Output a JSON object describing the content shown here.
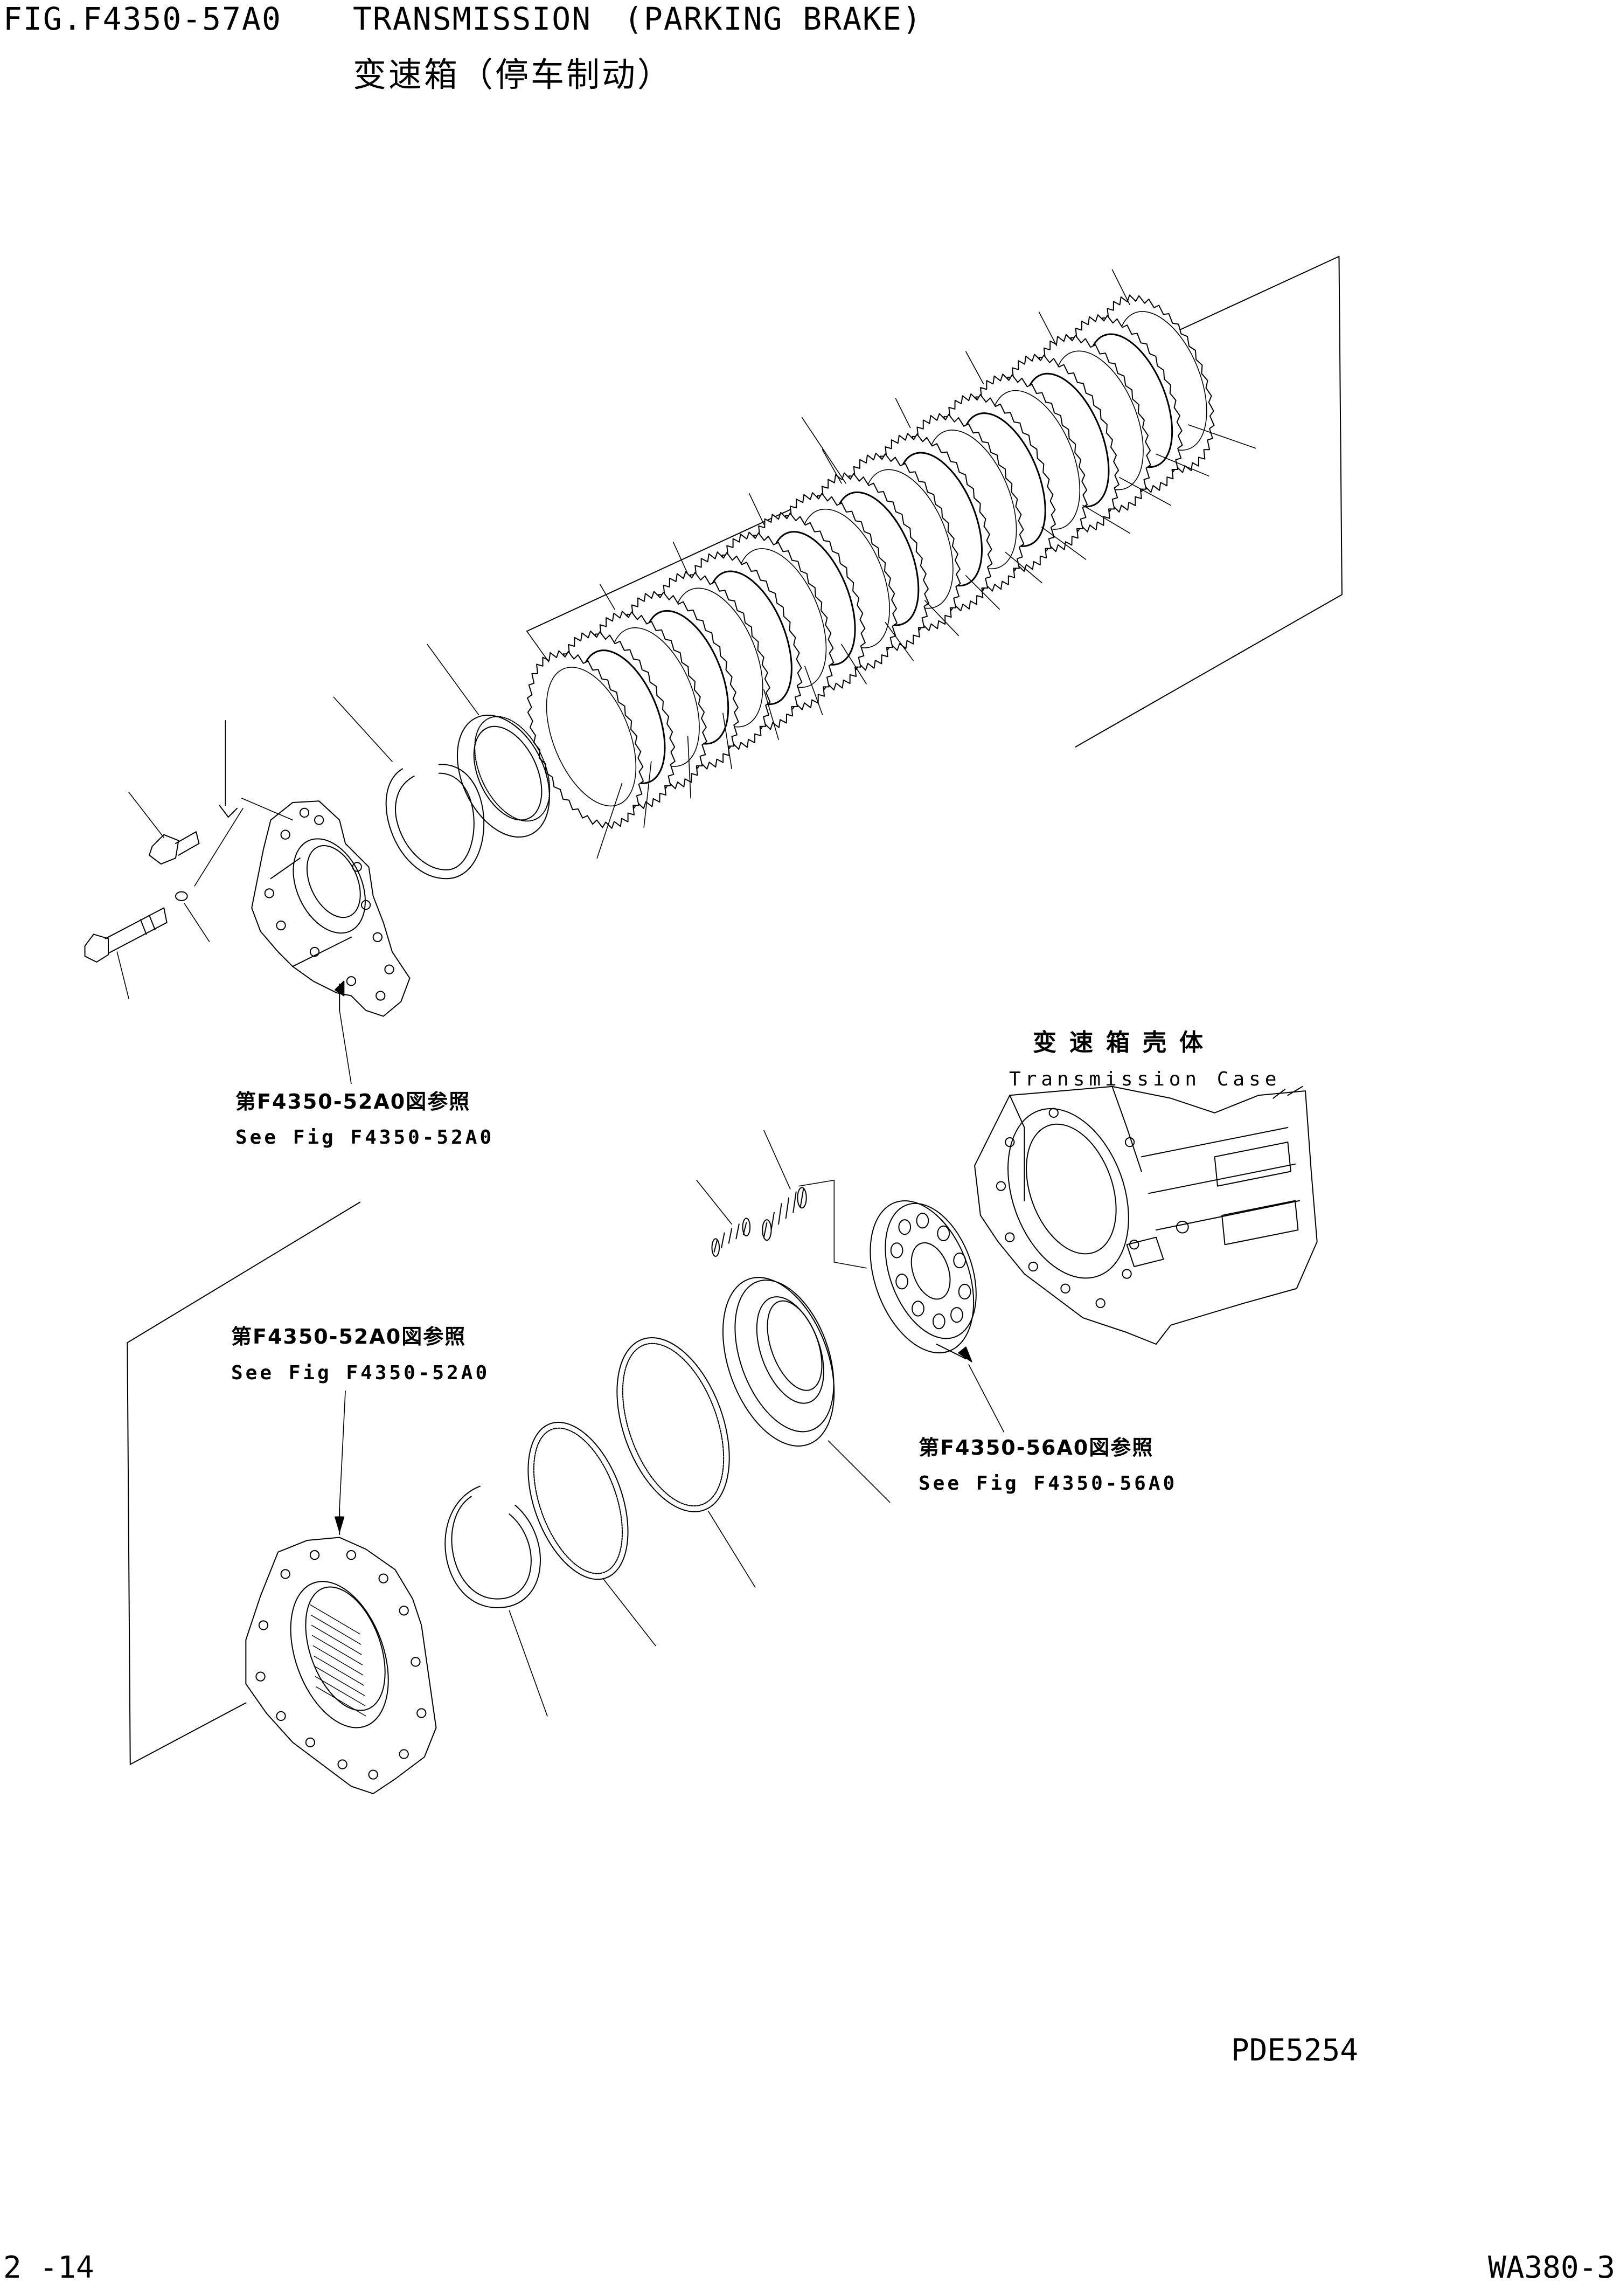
{
  "header": {
    "fig_label": "FIG.F4350-57A0",
    "title": "TRANSMISSION　(PARKING BRAKE)",
    "title_cn": "变速箱（停车制动）"
  },
  "callouts": {
    "case_cn": "变速箱壳体",
    "case_en": "Transmission Case",
    "ref_upper_cn": "第F4350-52A0図参照",
    "ref_upper_en": "See Fig F4350-52A0",
    "ref_mid_cn": "第F4350-52A0図参照",
    "ref_mid_en": "See Fig F4350-52A0",
    "ref_lower_cn": "第F4350-56A0図参照",
    "ref_lower_en": "See Fig F4350-56A0"
  },
  "drawing_id": "PDE5254",
  "footer": {
    "page": "2 -14",
    "model": "WA380-3"
  }
}
